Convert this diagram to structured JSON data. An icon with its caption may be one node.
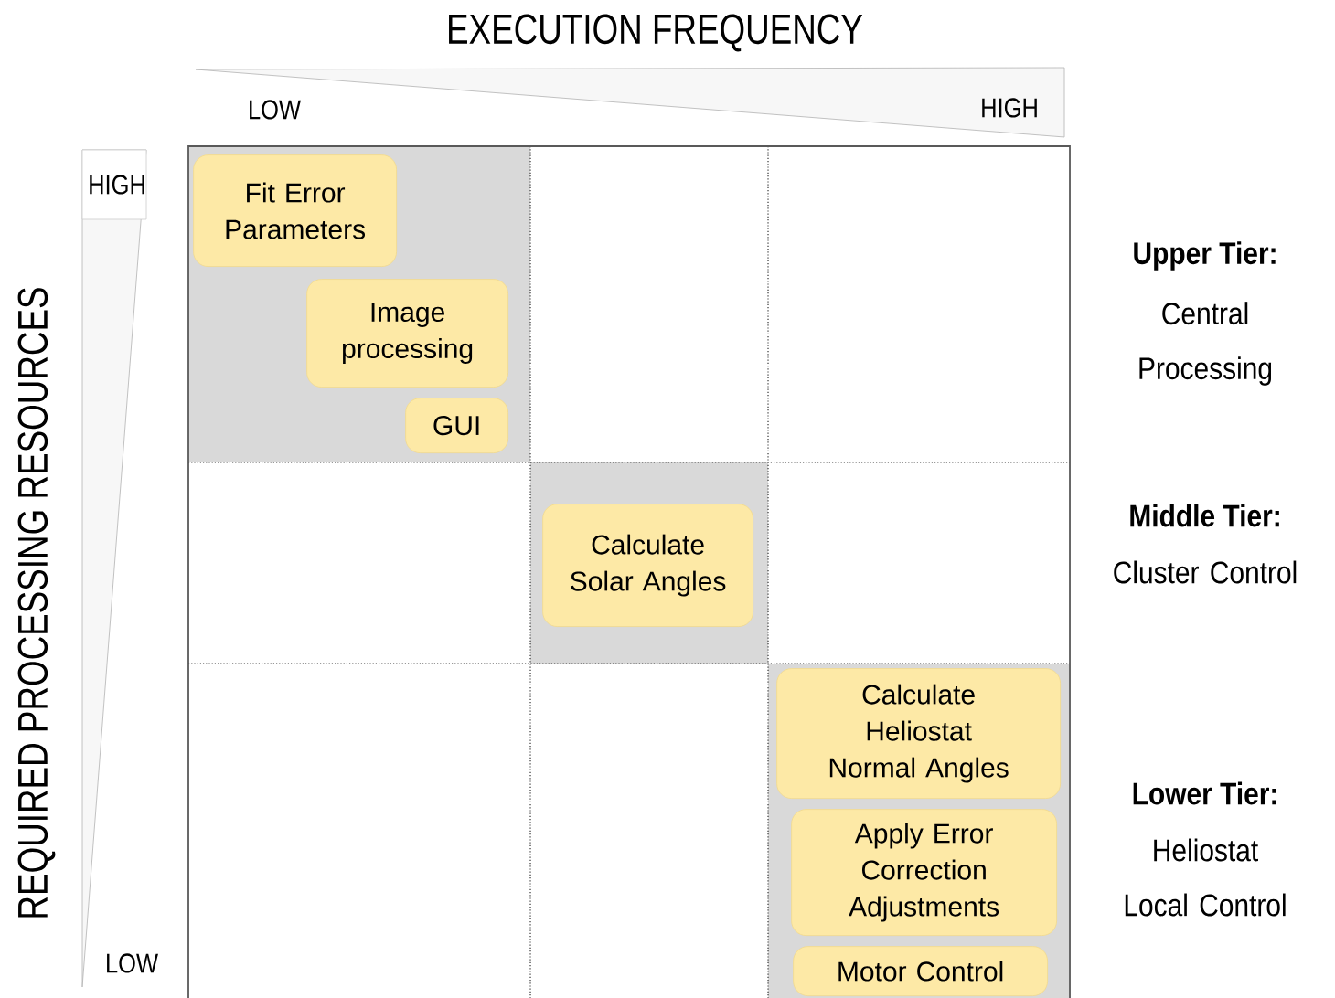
{
  "diagram": {
    "nodes": [
      {
        "text": [],
        "shape": "box"
      },
      {
        "text": [
          "Fit Error Parameters"
        ],
        "in": 0
      },
      {
        "text": [
          "Image processing"
        ],
        "in": 0
      },
      {
        "text": [
          "GUI"
        ],
        "in": 0
      },
      {
        "text": [],
        "shape": "box"
      },
      {
        "text": [
          "Calculate Solar Angles"
        ],
        "in": 4
      },
      {
        "text": [],
        "shape": "box"
      },
      {
        "text": [
          "Calculate Heliostat Normal Angles"
        ],
        "in": 6
      },
      {
        "text": [
          "Apply Error Correction Adjustments"
        ],
        "in": 6
      },
      {
        "text": [
          "Motor Control"
        ],
        "in": 6
      }
    ],
    "labels": [
      "EXECUTION FREQUENCY",
      "LOW",
      "HIGH",
      "HIGH",
      "REQUIRED PROCESSING RESOURCES",
      "LOW",
      "Upper Tier:",
      "Central Processing",
      "Middle Tier:",
      "Cluster Control",
      "Lower Tier:",
      "Heliostat Local Control"
    ]
  }
}
